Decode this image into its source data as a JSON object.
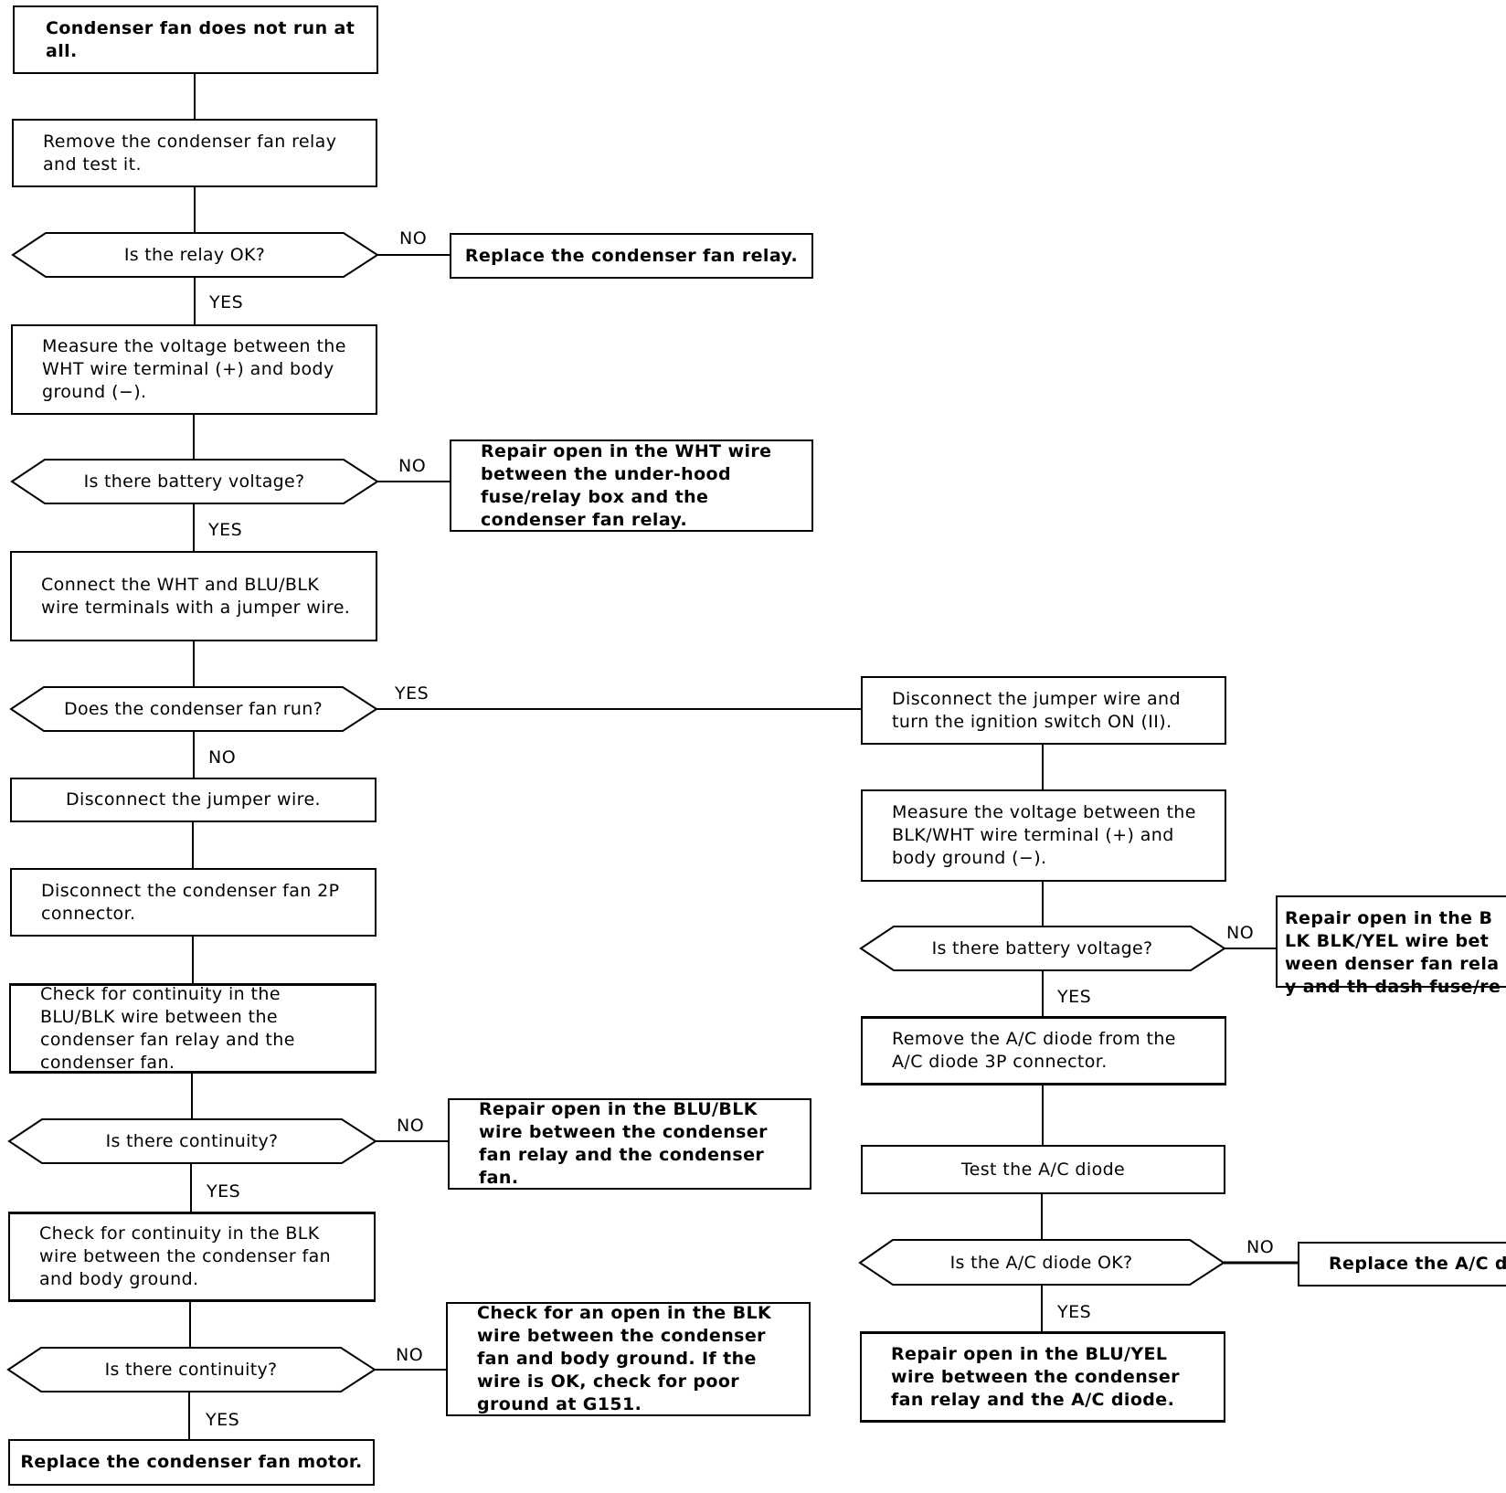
{
  "steps": {
    "start": "Condenser fan does not run at all.",
    "remove_relay": "Remove the condenser fan relay and test it.",
    "q_relay_ok": "Is the relay OK?",
    "replace_relay": "Replace the condenser fan relay.",
    "measure_wht": "Measure the voltage between the WHT wire terminal (+) and body ground (−).",
    "q_battery_1": "Is there battery voltage?",
    "repair_wht": "Repair open in the WHT wire between the under-hood fuse/relay box and the condenser fan relay.",
    "connect_jumper": "Connect the WHT and BLU/BLK wire terminals with a jumper wire.",
    "q_fan_runs": "Does the condenser fan run?",
    "disconnect_jumper_left": "Disconnect the jumper wire.",
    "disconnect_2p": "Disconnect the condenser fan 2P connector.",
    "check_blu_blk": "Check for continuity in the BLU/BLK wire between the condenser fan relay and the condenser fan.",
    "q_continuity_1": "Is there continuity?",
    "repair_blu_blk": "Repair open in the BLU/BLK wire between the condenser fan relay and the condenser fan.",
    "check_blk": "Check for continuity in the BLK wire between the condenser fan and body ground.",
    "q_continuity_2": "Is there continuity?",
    "check_open_blk": "Check for an open in the BLK wire between the condenser fan and body ground. If the wire is OK, check for poor ground at G151.",
    "replace_motor": "Replace the condenser fan motor.",
    "disconnect_jumper_ign": "Disconnect the jumper wire and turn the ignition switch ON (II).",
    "measure_blk_wht": "Measure the voltage between the BLK/WHT wire terminal (+) and body ground (−).",
    "q_battery_2": "Is there battery voltage?",
    "repair_blk_yel": "Repair open in the BLK BLK/YEL wire between denser fan relay and th dash fuse/relay box.",
    "remove_diode": "Remove the A/C diode from the A/C diode 3P connector.",
    "test_diode": "Test the A/C diode",
    "q_diode_ok": "Is the A/C diode OK?",
    "replace_diode": "Replace the A/C dio",
    "repair_blu_yel": "Repair open in the BLU/YEL wire between the condenser fan relay and the A/C diode."
  },
  "labels": {
    "yes": "YES",
    "no": "NO"
  }
}
